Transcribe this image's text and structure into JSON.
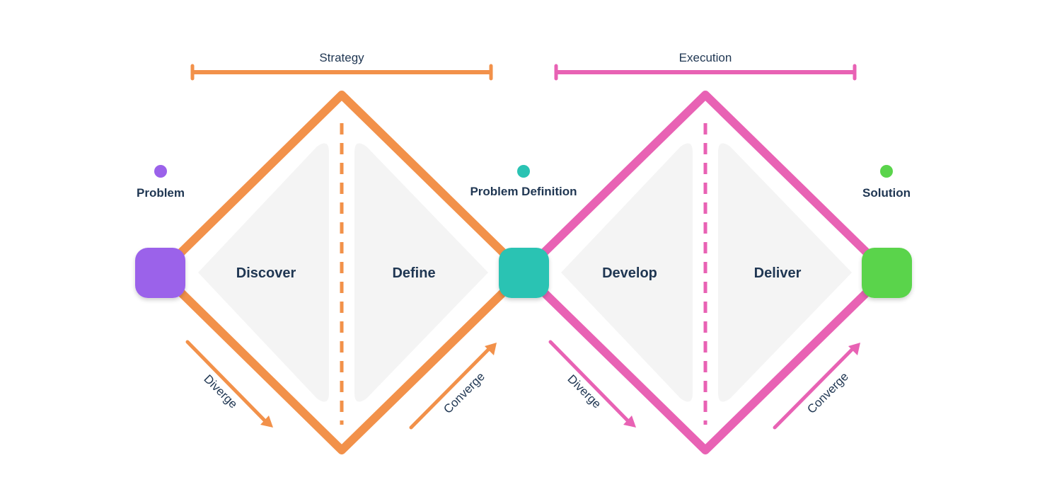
{
  "brackets": {
    "strategy": {
      "label": "Strategy",
      "color": "#f2914a"
    },
    "execution": {
      "label": "Execution",
      "color": "#e862b4"
    }
  },
  "phases": {
    "discover": "Discover",
    "define": "Define",
    "develop": "Develop",
    "deliver": "Deliver"
  },
  "milestones": {
    "problem": {
      "label": "Problem",
      "color": "#9b62ea"
    },
    "problem_definition": {
      "label": "Problem Definition",
      "color": "#2ac3b3"
    },
    "solution": {
      "label": "Solution",
      "color": "#5ad44b"
    }
  },
  "arrows": {
    "diverge_1": "Diverge",
    "converge_1": "Converge",
    "diverge_2": "Diverge",
    "converge_2": "Converge"
  },
  "colors": {
    "triangle_fill": "#f4f4f4",
    "text": "#1f3652"
  }
}
